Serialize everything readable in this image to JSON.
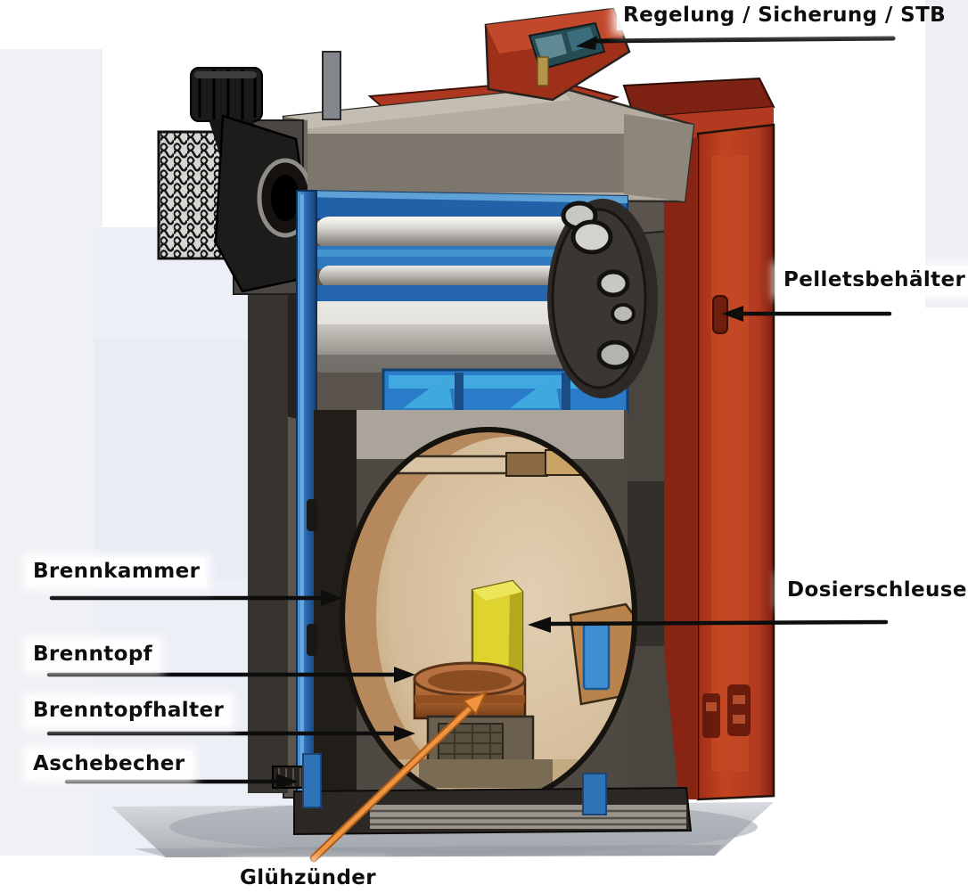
{
  "diagram": {
    "subject": "Pellet boiler cutaway illustration with part callouts",
    "labels": {
      "regelung": "Regelung / Sicherung / STB",
      "pelletsbehaelter": "Pelletsbehälter",
      "brennkammer": "Brennkammer",
      "dosierschleuse": "Dosierschleuse",
      "brenntopf": "Brenntopf",
      "brenntopfhalter": "Brenntopfhalter",
      "aschebecher": "Aschebecher",
      "gluehzuender": "Glühzünder"
    },
    "colors": {
      "casing_red": "#b23a20",
      "casing_red_dark": "#8e2715",
      "frame_blue": "#2a6cb5",
      "tube_silver": "#c9c7c2",
      "casing_gray": "#56514a",
      "chamber_beige": "#d9c3a6",
      "burner_copper": "#b06b38",
      "part_yellow": "#ded32f",
      "display_teal": "#274b52",
      "arrow_orange": "#e8842c",
      "leader_black": "#111111"
    }
  }
}
